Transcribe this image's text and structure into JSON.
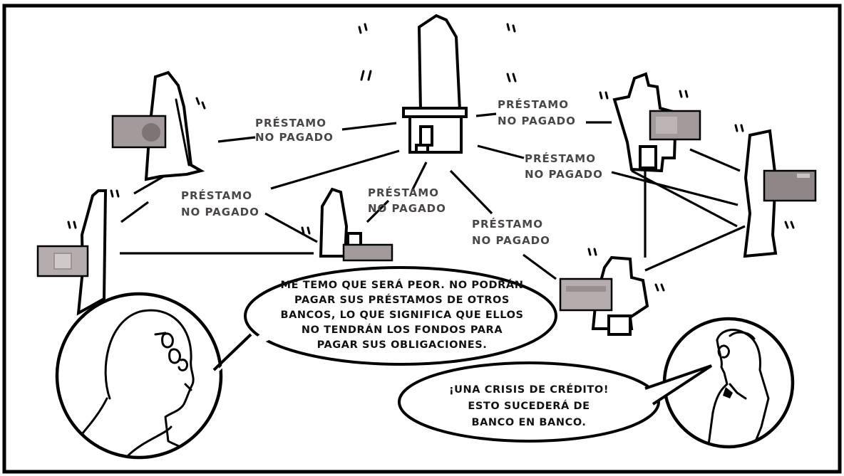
{
  "loan_labels": [
    {
      "line1": "PRÉSTAMO",
      "line2": "NO PAGADO"
    },
    {
      "line1": "PRÉSTAMO",
      "line2": "NO PAGADO"
    },
    {
      "line1": "PRÉSTAMO",
      "line2": "NO PAGADO"
    },
    {
      "line1": "PRÉSTAMO",
      "line2": "NO PAGADO"
    },
    {
      "line1": "PRÉSTAMO",
      "line2": "NO PAGADO"
    },
    {
      "line1": "PRÉSTAMO",
      "line2": "NO PAGADO"
    }
  ],
  "speech_left": {
    "lines": [
      "ME TEMO QUE SERÁ PEOR. NO PODRÁN",
      "PAGAR SUS PRÉSTAMOS DE OTROS",
      "BANCOS, LO QUE SIGNIFICA QUE ELLOS",
      "NO TENDRÁN LOS FONDOS PARA",
      "PAGAR SUS OBLIGACIONES."
    ]
  },
  "speech_right": {
    "lines": [
      "¡UNA CRISIS DE CRÉDITO!",
      "ESTO SUCEDERÁ DE",
      "BANCO EN BANCO."
    ]
  },
  "colors": {
    "ink": "#000000",
    "label_gray": "#4a4646",
    "banknote_dark": "#8f8787",
    "banknote_light": "#b5adad"
  },
  "icons": [
    "bank-building-icon",
    "banknote-icon",
    "shake-marks-icon"
  ]
}
